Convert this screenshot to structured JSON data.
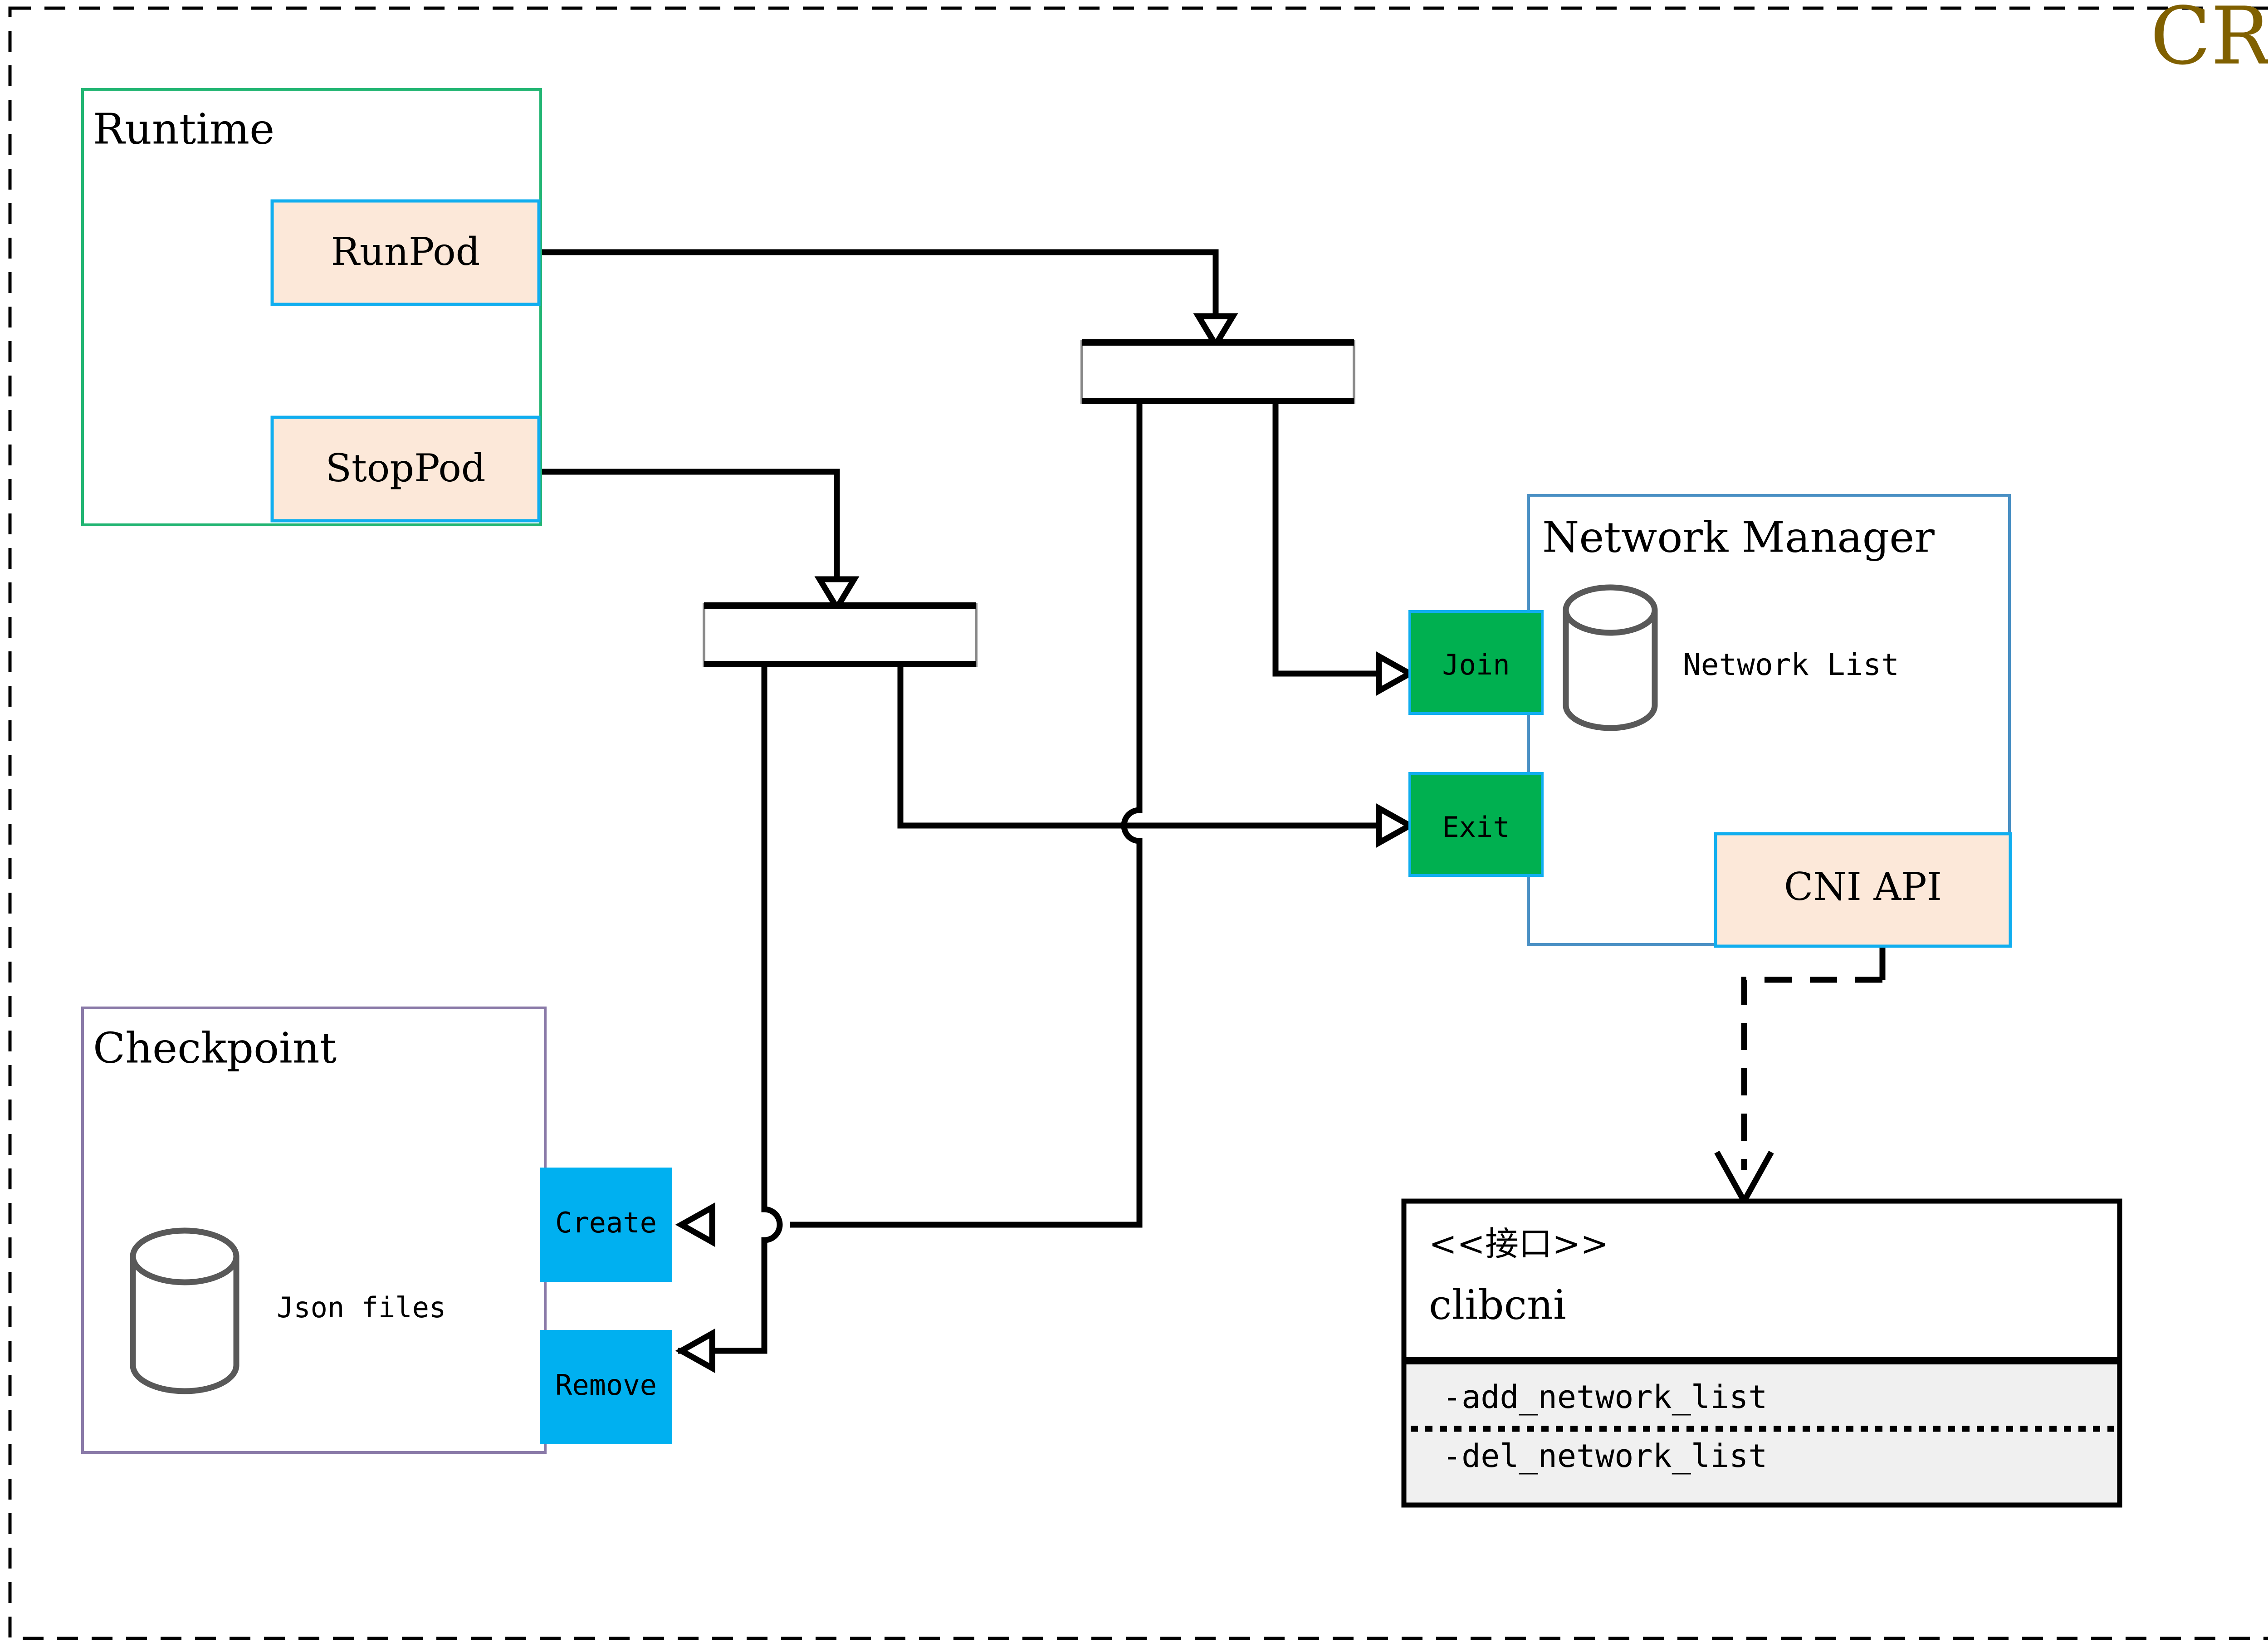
{
  "diagram": {
    "title": "CRI",
    "title_color": "#806000",
    "outer_border_style": "dashed"
  },
  "palette": {
    "peach_fill": "#FCE8D9",
    "cyan_border": "#11AEEF",
    "green_border": "#22B573",
    "steel_blue_border": "#4A90C4",
    "purple_border": "#8A7AA8",
    "green_fill": "#00B050",
    "cyan_fill": "#00B0F0",
    "gray_cylinder": "#595959",
    "method_panel_fill": "#F0F0F0",
    "line_color": "#000000"
  },
  "groups": {
    "runtime": {
      "title": "Runtime",
      "border_color": "#22B573",
      "operations": [
        {
          "id": "runpod",
          "label": "RunPod"
        },
        {
          "id": "stoppod",
          "label": "StopPod"
        }
      ]
    },
    "checkpoint": {
      "title": "Checkpoint",
      "border_color": "#8A7AA8",
      "store_icon": "database-cylinder-icon",
      "store_label": "Json files",
      "operations": [
        {
          "id": "create",
          "label": "Create"
        },
        {
          "id": "remove",
          "label": "Remove"
        }
      ]
    },
    "network_manager": {
      "title": "Network Manager",
      "border_color": "#4A90C4",
      "store_icon": "database-cylinder-icon",
      "store_label": "Network List",
      "api_label": "CNI API",
      "operations": [
        {
          "id": "join",
          "label": "Join"
        },
        {
          "id": "exit",
          "label": "Exit"
        }
      ]
    }
  },
  "interface_box": {
    "stereotype": "<<接口>>",
    "name": "clibcni",
    "methods": [
      "-add_network_list",
      "-del_network_list"
    ]
  },
  "fork_bars": [
    {
      "id": "fork-runpod",
      "label": ""
    },
    {
      "id": "fork-stoppod",
      "label": ""
    }
  ]
}
